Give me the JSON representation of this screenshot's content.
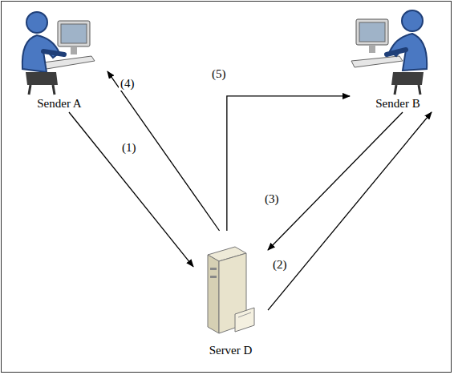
{
  "diagram": {
    "nodes": [
      {
        "text": [
          "Sender A"
        ]
      },
      {
        "text": [
          "Sender B"
        ]
      },
      {
        "text": [
          "Server D"
        ]
      }
    ],
    "edges": [
      {
        "from": 0,
        "to": 2,
        "arrow": "to",
        "label": "(1)"
      },
      {
        "from": 2,
        "to": 1,
        "arrow": "to",
        "label": "(2)"
      },
      {
        "from": 1,
        "to": 2,
        "arrow": "to",
        "label": "(3)"
      },
      {
        "from": 2,
        "to": 0,
        "arrow": "to",
        "label": "(4)"
      },
      {
        "from": 2,
        "to": 1,
        "arrow": "to",
        "label": "(5)"
      }
    ]
  }
}
